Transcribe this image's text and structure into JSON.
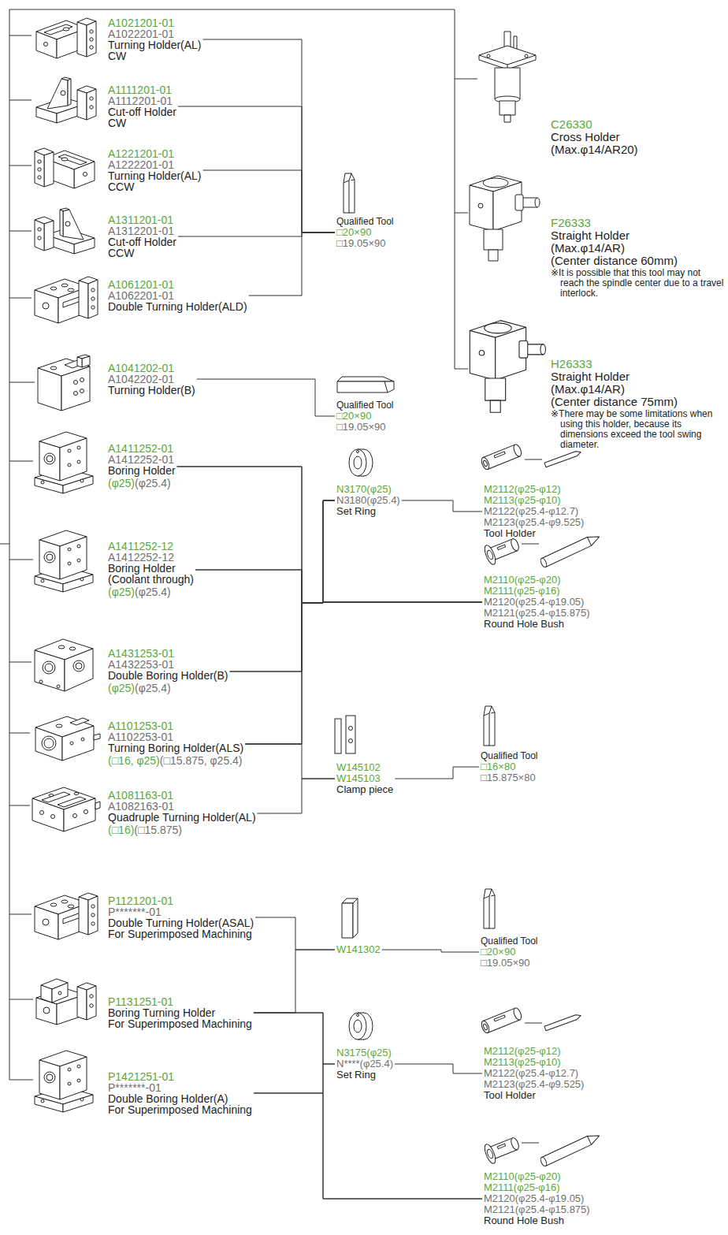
{
  "diagram": {
    "nodes": [
      {
        "text": [
          "A1021201-01",
          "A1022201-01",
          "Turning Holder(AL)",
          "CW"
        ]
      },
      {
        "text": [
          "A1111201-01",
          "A1112201-01",
          "Cut-off Holder",
          "CW"
        ]
      },
      {
        "text": [
          "A1221201-01",
          "A1222201-01",
          "Turning Holder(AL)",
          "CCW"
        ]
      },
      {
        "text": [
          "A1311201-01",
          "A1312201-01",
          "Cut-off Holder",
          "CCW"
        ]
      },
      {
        "text": [
          "A1061201-01",
          "A1062201-01",
          "Double Turning Holder(ALD)"
        ]
      },
      {
        "text": [
          "A1041202-01",
          "A1042202-01",
          "Turning Holder(B)"
        ]
      },
      {
        "text": [
          "A1411252-01",
          "A1412252-01",
          "Boring Holder",
          "(φ25)",
          "(φ25.4)"
        ]
      },
      {
        "text": [
          "A1411252-12",
          "A1412252-12",
          "Boring Holder",
          "(Coolant through)",
          "(φ25)",
          "(φ25.4)"
        ]
      },
      {
        "text": [
          "A1431253-01",
          "A1432253-01",
          "Double Boring Holder(B)",
          "(φ25)",
          "(φ25.4)"
        ]
      },
      {
        "text": [
          "A1101253-01",
          "A1102253-01",
          "Turning Boring Holder(ALS)",
          "(□16, φ25)",
          "(□15.875, φ25.4)"
        ]
      },
      {
        "text": [
          "A1081163-01",
          "A1082163-01",
          "Quadruple Turning Holder(AL)",
          "(□16)",
          "(□15.875)"
        ]
      },
      {
        "text": [
          "P1121201-01",
          "P*******-01",
          "Double Turning Holder(ASAL)",
          "For Superimposed Machining"
        ]
      },
      {
        "text": [
          "P1131251-01",
          "Boring Turning Holder",
          "For Superimposed Machining"
        ]
      },
      {
        "text": [
          "P1421251-01",
          "P*******-01",
          "Double Boring Holder(A)",
          "For Superimposed Machining"
        ]
      },
      {
        "text": [
          "C26330",
          "Cross Holder",
          "(Max.φ14/AR20)"
        ]
      },
      {
        "text": [
          "F26333",
          "Straight Holder",
          "(Max.φ14/AR)",
          "(Center distance 60mm)",
          "※It is possible that this tool may not reach the spindle center due to a travel interlock."
        ]
      },
      {
        "text": [
          "H26333",
          "Straight Holder",
          "(Max.φ14/AR)",
          "(Center distance 75mm)",
          "※There may be some limitations when using this holder, because its dimensions exceed the tool swing diameter."
        ]
      },
      {
        "text": [
          "Qualified Tool",
          "□20×90",
          "□19.05×90"
        ]
      },
      {
        "text": [
          "Qualified Tool",
          "□20×90",
          "□19.05×90"
        ]
      },
      {
        "text": [
          "N3170(φ25)",
          "N3180(φ25.4)",
          "Set Ring"
        ]
      },
      {
        "text": [
          "M2112(φ25-φ12)",
          "M2113(φ25-φ10)",
          "M2122(φ25.4-φ12.7)",
          "M2123(φ25.4-φ9.525)",
          "Tool Holder"
        ]
      },
      {
        "text": [
          "M2110(φ25-φ20)",
          "M2111(φ25-φ16)",
          "M2120(φ25.4-φ19.05)",
          "M2121(φ25.4-φ15.875)",
          "Round Hole Bush"
        ]
      },
      {
        "text": [
          "W145102",
          "W145103",
          "Clamp piece"
        ]
      },
      {
        "text": [
          "Qualified Tool",
          "□16×80",
          "□15.875×80"
        ]
      },
      {
        "text": [
          "W141302"
        ]
      },
      {
        "text": [
          "Qualified Tool",
          "□20×90",
          "□19.05×90"
        ]
      },
      {
        "text": [
          "N3175(φ25)",
          "N****(φ25.4)",
          "Set Ring"
        ]
      },
      {
        "text": [
          "M2112(φ25-φ12)",
          "M2113(φ25-φ10)",
          "M2122(φ25.4-φ12.7)",
          "M2123(φ25.4-φ9.525)",
          "Tool Holder"
        ]
      },
      {
        "text": [
          "M2110(φ25-φ20)",
          "M2111(φ25-φ16)",
          "M2120(φ25.4-φ19.05)",
          "M2121(φ25.4-φ15.875)",
          "Round Hole Bush"
        ]
      }
    ],
    "edges": [
      {
        "from": 0,
        "to": 17,
        "arrow": "none"
      },
      {
        "from": 1,
        "to": 17,
        "arrow": "none"
      },
      {
        "from": 2,
        "to": 17,
        "arrow": "none"
      },
      {
        "from": 3,
        "to": 17,
        "arrow": "none"
      },
      {
        "from": 4,
        "to": 17,
        "arrow": "none"
      },
      {
        "from": 5,
        "to": 18,
        "arrow": "none"
      },
      {
        "from": 6,
        "to": 19,
        "arrow": "none"
      },
      {
        "from": 7,
        "to": 19,
        "arrow": "none"
      },
      {
        "from": 8,
        "to": 19,
        "arrow": "none"
      },
      {
        "from": 9,
        "to": 19,
        "arrow": "none"
      },
      {
        "from": 6,
        "to": 21,
        "arrow": "none"
      },
      {
        "from": 7,
        "to": 21,
        "arrow": "none"
      },
      {
        "from": 8,
        "to": 21,
        "arrow": "none"
      },
      {
        "from": 9,
        "to": 21,
        "arrow": "none"
      },
      {
        "from": 19,
        "to": 20,
        "arrow": "none"
      },
      {
        "from": 9,
        "to": 22,
        "arrow": "none"
      },
      {
        "from": 10,
        "to": 22,
        "arrow": "none"
      },
      {
        "from": 22,
        "to": 23,
        "arrow": "none"
      },
      {
        "from": 11,
        "to": 24,
        "arrow": "none"
      },
      {
        "from": 12,
        "to": 24,
        "arrow": "none"
      },
      {
        "from": 24,
        "to": 25,
        "arrow": "none"
      },
      {
        "from": 12,
        "to": 26,
        "arrow": "none"
      },
      {
        "from": 13,
        "to": 26,
        "arrow": "none"
      },
      {
        "from": 12,
        "to": 28,
        "arrow": "none"
      },
      {
        "from": 13,
        "to": 28,
        "arrow": "none"
      },
      {
        "from": 26,
        "to": 27,
        "arrow": "none"
      }
    ]
  }
}
